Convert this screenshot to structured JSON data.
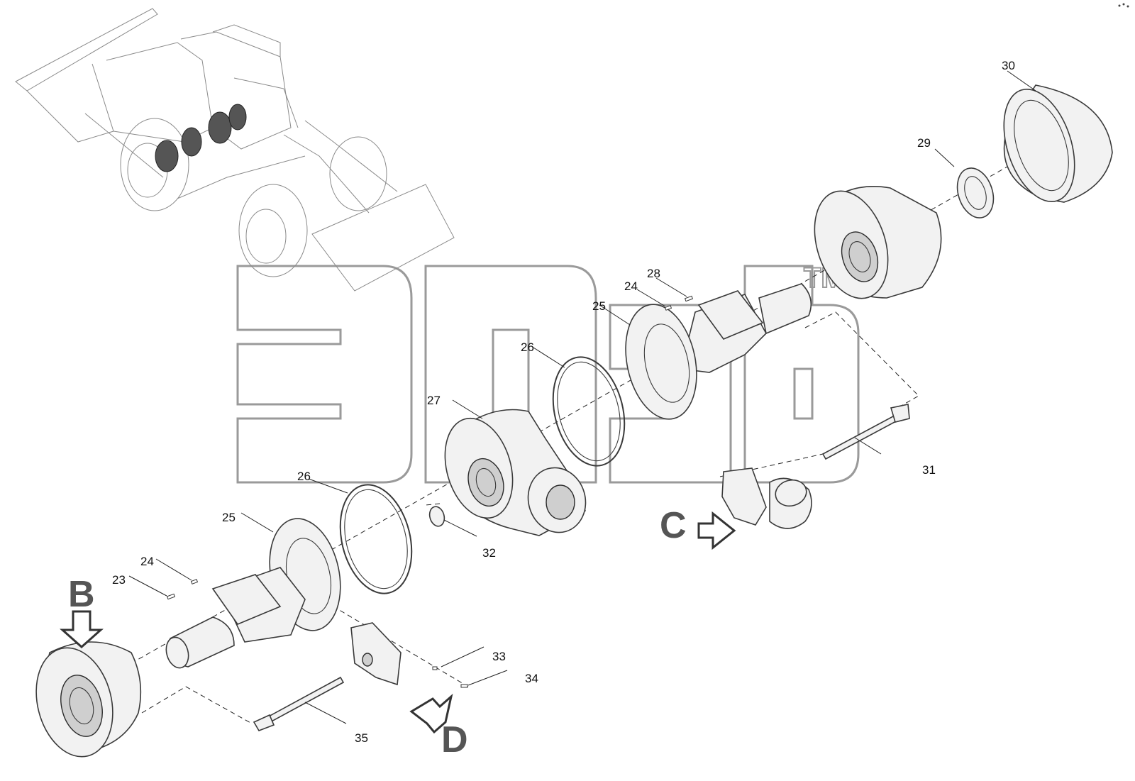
{
  "diagram": {
    "callouts": [
      "23",
      "24",
      "25",
      "26",
      "27",
      "28",
      "29",
      "30",
      "31",
      "32",
      "33",
      "34",
      "35"
    ],
    "view_letters": [
      "B",
      "C",
      "D"
    ],
    "watermark_tm": "TM"
  }
}
